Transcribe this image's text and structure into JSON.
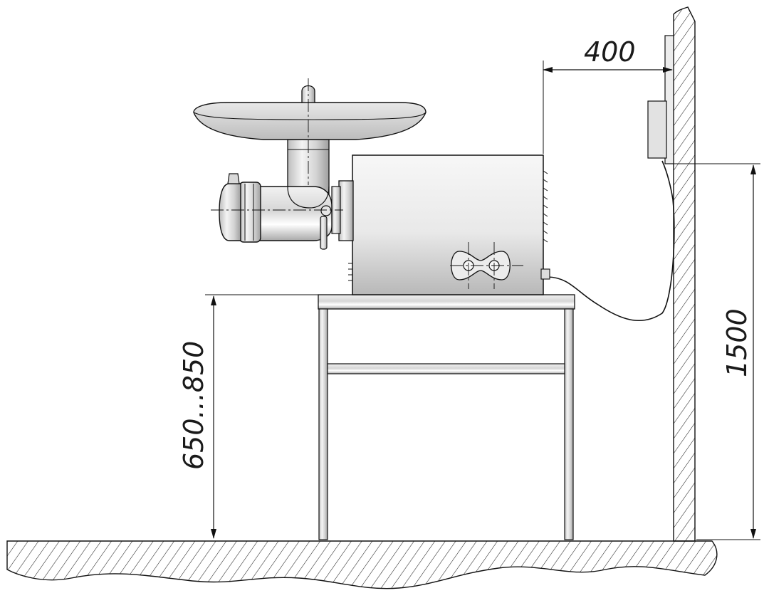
{
  "dimensions": {
    "wall_clearance": "400",
    "socket_height": "1500",
    "table_height": "650...850"
  }
}
